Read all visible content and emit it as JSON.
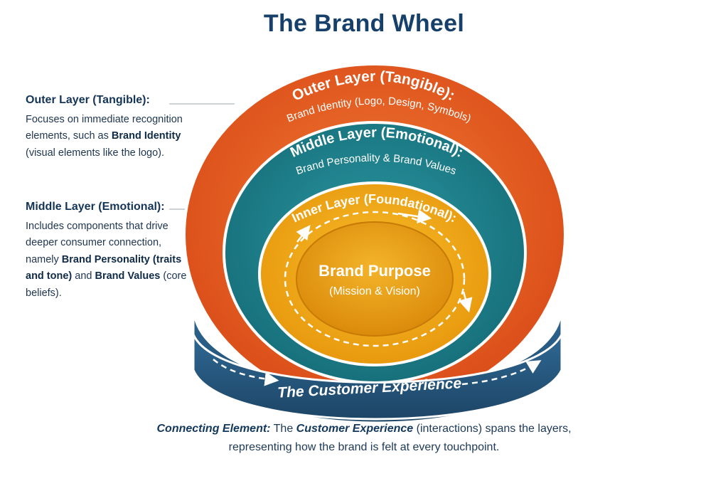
{
  "title": "The Brand Wheel",
  "colors": {
    "outer": "#e2521f",
    "middle": "#1a7f8b",
    "inner": "#f0a512",
    "core": "#eaa116",
    "ring_base": "#25577f",
    "title": "#16406a"
  },
  "notes": {
    "outer": {
      "heading": "Outer Layer (Tangible):",
      "text_1": "Focuses on immediate recognition elements, such as ",
      "bold_1": "Brand Identity",
      "text_2": " (visual elements like the logo)."
    },
    "middle": {
      "heading": "Middle Layer (Emotional):",
      "text_1": "Includes components that drive deeper consumer connection, namely ",
      "bold_1": "Brand Personality",
      "bold_2": "(traits and tone)",
      "text_2": " and ",
      "bold_3": "Brand Values",
      "text_3": " (core beliefs)."
    }
  },
  "wheel": {
    "outer_title": "Outer Layer (Tangible):",
    "outer_sub": "Brand Identity (Logo, Design, Symbols)",
    "middle_title": "Middle Layer (Emotional):",
    "middle_sub": "Brand Personality & Brand Values",
    "inner_title": "Inner Layer (Foundational):",
    "core_title": "Brand Purpose",
    "core_sub": "(Mission & Vision)",
    "ring_label": "The Customer Experience"
  },
  "footer": {
    "lead": "Connecting Element:",
    "text_1": " The ",
    "emph": "Customer Experience",
    "text_2": " (interactions) spans the layers,",
    "line_2": "representing how the brand is felt at every touchpoint."
  }
}
